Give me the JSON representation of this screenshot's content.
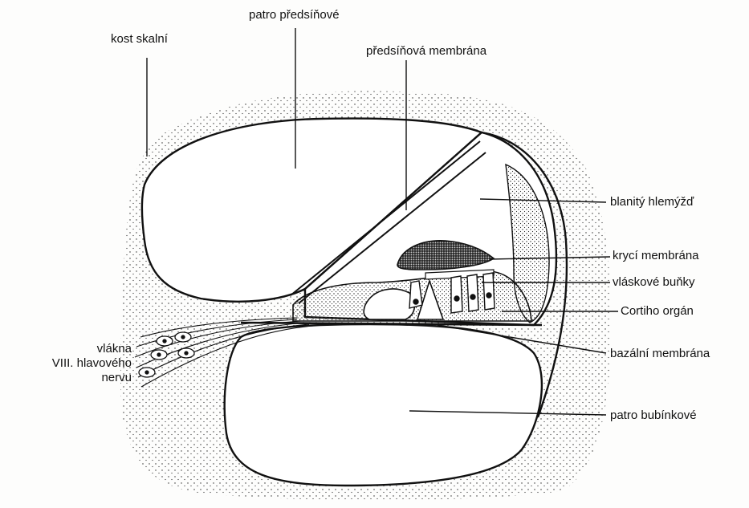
{
  "labels": {
    "petrous_bone": "kost skalní",
    "scala_vestibuli": "patro předsíňové",
    "vestibular_membrane": "předsíňová membrána",
    "cochlear_duct": "blanitý hlemýžď",
    "tectorial_membrane": "krycí membrána",
    "hair_cells": "vláskové buňky",
    "organ_of_corti": "Cortiho orgán",
    "basilar_membrane": "bazální membrána",
    "scala_tympani": "patro bubínkové",
    "nerve_fibers_line1": "vlákna",
    "nerve_fibers_line2": "VIII. hlavového",
    "nerve_fibers_line3": "nervu"
  },
  "colors": {
    "ink": "#111111",
    "paper": "#fdfdfc",
    "stipple": "#2a2a2a"
  }
}
